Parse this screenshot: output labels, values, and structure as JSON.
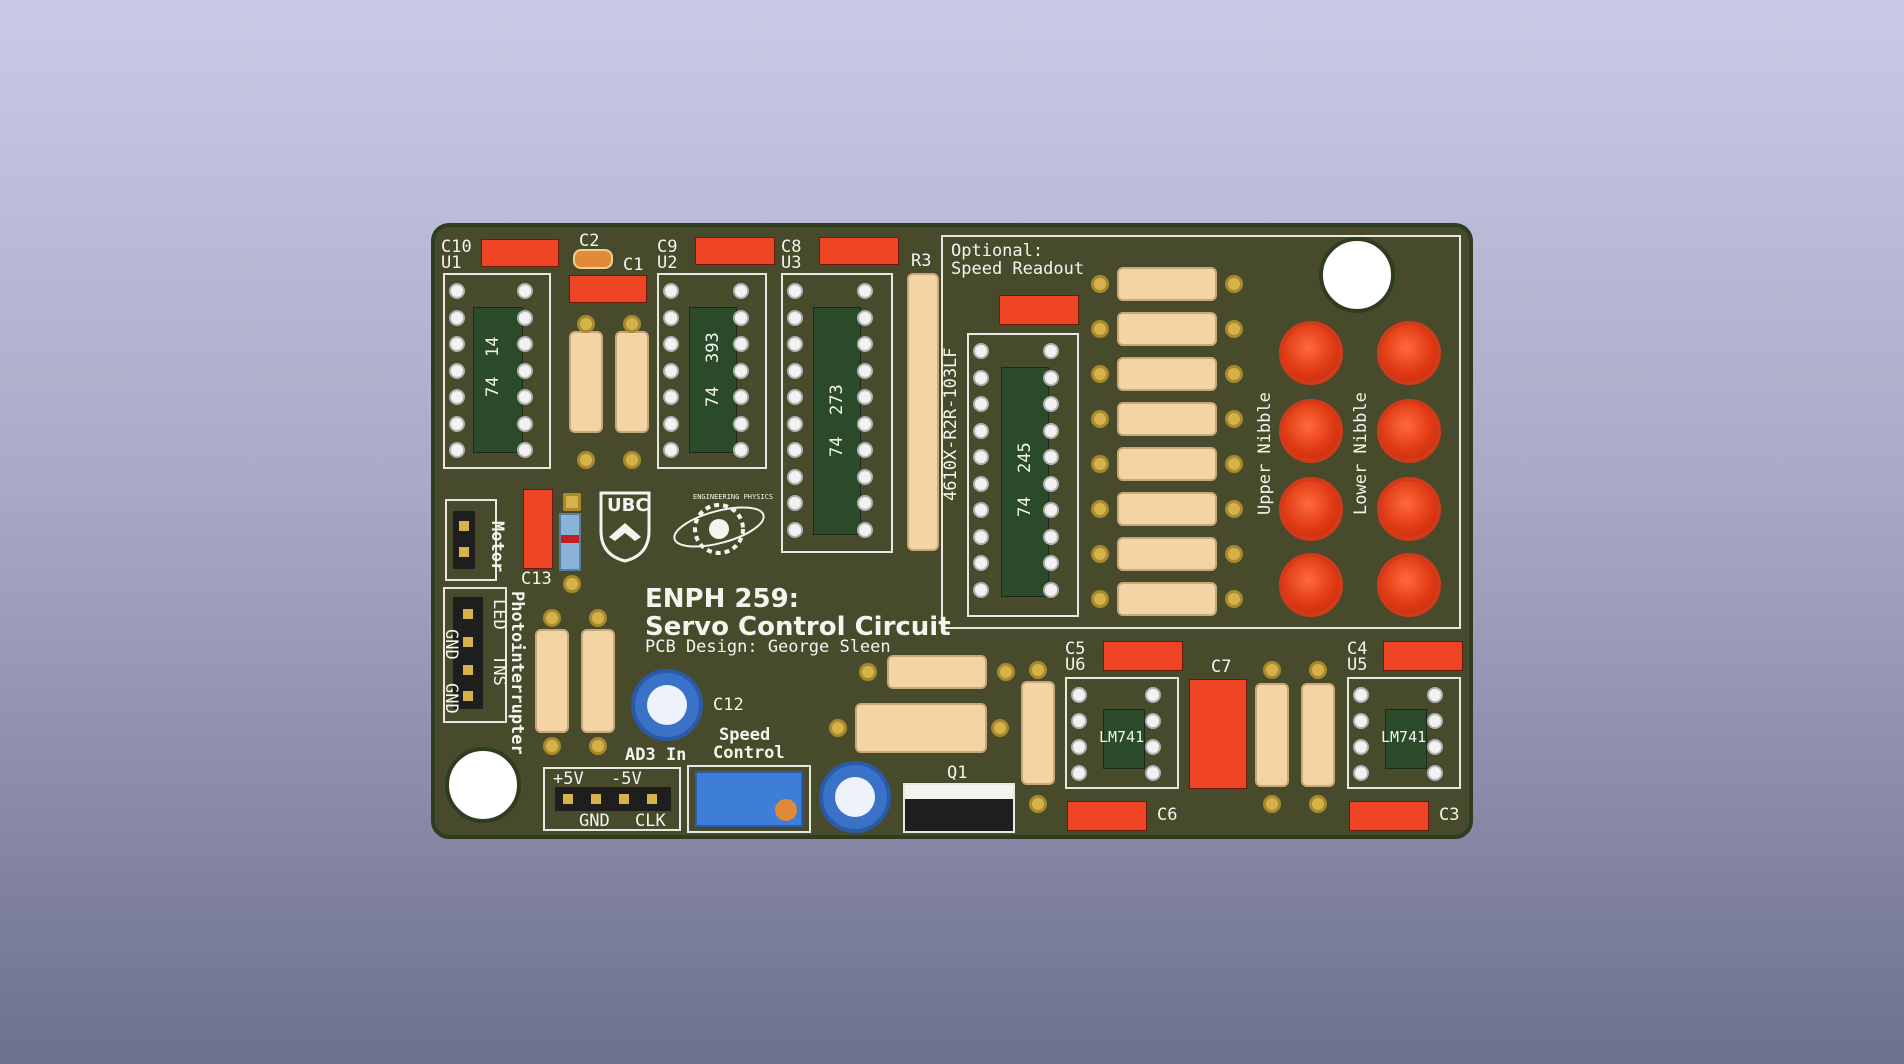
{
  "window": {
    "title": ""
  },
  "board": {
    "title_line1": "ENPH 259:",
    "title_line2": "Servo Control Circuit",
    "credit": "PCB Design: George Sleen",
    "optional_label_line1": "Optional:",
    "optional_label_line2": "Speed Readout",
    "upper_nibble": "Upper Nibble",
    "lower_nibble": "Lower Nibble",
    "motor_label": "Motor",
    "photointerrupter_label": "Photointerrupter",
    "pi_pins": [
      "LED",
      "TNS",
      "GND",
      "GND"
    ],
    "ad3_label": "AD3 In",
    "ad3_pins_top": [
      "+5V",
      "-5V"
    ],
    "ad3_pins_bottom": [
      "GND",
      "CLK"
    ],
    "speed_control_line1": "Speed",
    "speed_control_line2": "Control",
    "logo_ubc": "UBC",
    "logo_engphys": "ENGINEERING PHYSICS"
  },
  "refs": {
    "C10": "C10",
    "U1": "U1",
    "C2": "C2",
    "C1": "C1",
    "C9": "C9",
    "U2": "U2",
    "C8": "C8",
    "U3": "U3",
    "R3": "R3",
    "C13": "C13",
    "C12": "C12",
    "Q1": "Q1",
    "C5": "C5",
    "U6": "U6",
    "C7": "C7",
    "C4": "C4",
    "U5": "U5",
    "C6": "C6",
    "C3": "C3",
    "rnet": "4610X-R2R-103LF"
  },
  "chips": {
    "u1_a": "74",
    "u1_b": "14",
    "u2_a": "74",
    "u2_b": "393",
    "u3_a": "74",
    "u3_b": "273",
    "u4_a": "74",
    "u4_b": "245",
    "u6": "LM741",
    "u5": "LM741"
  },
  "colors": {
    "board": "#474b2c",
    "silk": "#f4f4ee",
    "smd": "#ec4424",
    "led": "#e03a14",
    "pin": "#f2f2f2",
    "resistor": "#f4d3a5"
  }
}
